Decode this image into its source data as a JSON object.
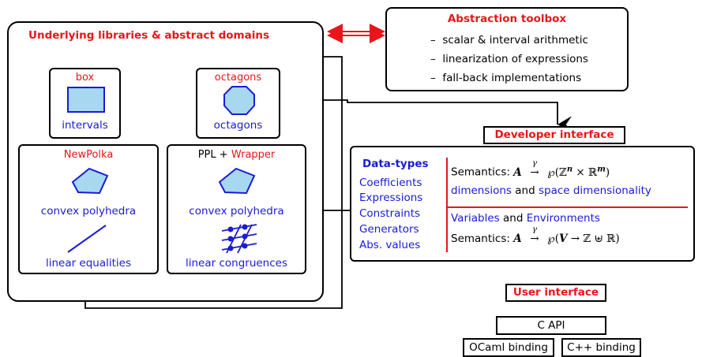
{
  "libraries": {
    "title": "Underlying libraries & abstract domains",
    "box": {
      "lib": "box",
      "domain": "intervals"
    },
    "octagons": {
      "lib": "octagons",
      "domain": "octagons"
    },
    "newpolka": {
      "lib": "NewPolka",
      "domain1": "convex polyhedra",
      "domain2": "linear equalities"
    },
    "ppl": {
      "lib_part1": "PPL",
      "lib_plus": "+",
      "lib_part2": "Wrapper",
      "domain1": "convex polyhedra",
      "domain2": "linear congruences"
    }
  },
  "toolbox": {
    "title": "Abstraction toolbox",
    "items": [
      "scalar & interval arithmetic",
      "linearization of expressions",
      "fall-back implementations"
    ],
    "bullet": "–"
  },
  "developer_interface": {
    "label": "Developer interface"
  },
  "interface_panel": {
    "datatypes_title": "Data-types",
    "datatypes": [
      "Coefficients",
      "Expressions",
      "Constraints",
      "Generators",
      "Abs. values"
    ],
    "semantics_label": "Semantics:",
    "dims_1": "dimensions",
    "dims_and": "and",
    "dims_2": "space dimensionality",
    "vars_1": "Variables",
    "vars_and": "and",
    "vars_2": "Environments"
  },
  "user_interface": {
    "label": "User interface"
  },
  "bindings": {
    "c_api": "C API",
    "ocaml": "OCaml binding",
    "cpp": "C++ binding"
  },
  "colors": {
    "red": "#e8161b",
    "blue": "#1a1ad8",
    "shape_fill": "#a7d8f0",
    "shape_stroke": "#1a1ad8"
  }
}
